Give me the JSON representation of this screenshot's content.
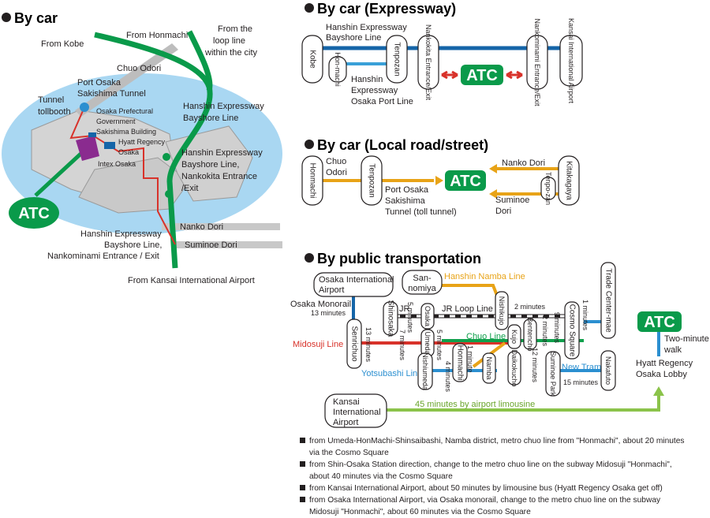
{
  "sections": {
    "by_car": "By car",
    "expressway": "By car (Expressway)",
    "local": "By car (Local road/street)",
    "public": "By public transportation"
  },
  "atc": "ATC",
  "map": {
    "from_kobe": "From Kobe",
    "from_honmachi": "From Honmachi",
    "from_loop": "From the loop line within the city",
    "chuo_odori": "Chuo Odori",
    "port_osaka_tunnel": "Port Osaka Sakishima Tunnel",
    "tunnel_tollbooth": "Tunnel tollbooth",
    "osaka_pref": "Osaka Prefectural Government Sakishima Building",
    "hyatt": "Hyatt Regency Osaka",
    "intex": "Intex Osaka",
    "hanshin_bayshore": "Hanshin Expressway Bayshore Line",
    "hanshin_nankokita": "Hanshin Expressway Bayshore Line, Nankokita Entrance /Exit",
    "nanko_dori": "Nanko Dori",
    "suminoe_dori": "Suminoe Dori",
    "hanshin_nankominami": "Hanshin Expressway Bayshore Line, Nankominami Entrance / Exit",
    "from_kansai": "From Kansai International Airport"
  },
  "expressway": {
    "bayshore_label": "Hanshin Expressway Bayshore Line",
    "port_label": "Hanshin Expressway Osaka Port Line",
    "kobe": "Kobe",
    "honmachi": "Hon-machi",
    "tenpozan": "Tenpozan",
    "nankokita": "Nankokita Entrance/Exit",
    "nankominami": "Nankominami Entrance/Exit",
    "kansai": "Kansai International Airport"
  },
  "local": {
    "honmachi": "Honmachi",
    "chuo_odori": "Chuo Odori",
    "tenpozan": "Tenpozan",
    "tunnel": "Port Osaka Sakishima Tunnel (toll tunnel)",
    "nanko_dori": "Nanko Dori",
    "kitakagaya": "Kitakagaya",
    "tenpozan_small": "Tenpo-zan",
    "suminoe": "Suminoe Dori"
  },
  "public": {
    "osaka_intl": "Osaka International Airport",
    "sannomiya": "San-nomiya",
    "hanshin_namba": "Hanshin Namba Line",
    "trade_center": "Trade Center-mae",
    "osaka_monorail": "Osaka Monorail",
    "monorail_13": "13 minutes",
    "jr": "JR",
    "jr_loop": "JR Loop Line",
    "two_min": "2 minutes",
    "one_min": "1 minutes",
    "nishikujo": "Nishikujo",
    "osaka_station": "Osaka",
    "umeda": "Umeda",
    "shinosaka": "Shinosaka",
    "senrichuo": "Senrichuo",
    "five_min_a": "5 minutes",
    "seven_min": "7 minutes",
    "thirteen_min": "13 minutes",
    "five_min_b": "5 minutes",
    "four_min": "4 minutes",
    "one_min_b": "1 minute",
    "two_min_b": "2 minutes",
    "nine_min": "9 minutes",
    "twelve_min": "12 minutes",
    "chuo_line": "Chuo Line",
    "midosuji": "Midosuji Line",
    "yotsubashi": "Yotsubashi Line",
    "new_tram": "New Tram",
    "fifteen_min": "15 minutes",
    "nishiumeda": "Nishiumeda",
    "honmachi": "Honmachi",
    "namba": "Namba",
    "daikokucho": "Daikokucho",
    "kujo": "Kujo",
    "bentencho": "Bentencho",
    "cosmo_square": "Cosmo Square",
    "suminoe_park": "Suminoe Park",
    "nakafuto": "Nakafuto",
    "kansai_intl": "Kansai International Airport",
    "limousine": "45 minutes by airport limousine",
    "two_minute_walk": "Two-minute walk",
    "hyatt_lobby": "Hyatt Regency Osaka Lobby"
  },
  "notes": [
    "from Umeda-HonMachi-Shinsaibashi, Namba district, metro chuo line from \"Honmachi\", about 20 minutes via the Cosmo Square",
    "from Shin-Osaka Station direction, change to the metro chuo line on the subway Midosuji \"Honmachi\", about 40 minutes via the Cosmo Square",
    "from Kansai International Airport, about 50 minutes by limousine bus (Hyatt Regency Osaka get off)",
    "from Osaka International Airport, via Osaka monorail, change to the metro chuo line on the subway Midosuji \"Honmachi\", about 60 minutes via the Cosmo Square"
  ],
  "colors": {
    "expressway_blue": "#1565a8",
    "port_line_blue": "#3aa0d8",
    "local_orange": "#e8a317",
    "atc_green": "#0a9a4a",
    "chuo_green": "#10a04c",
    "midosuji_red": "#d8322a",
    "yotsubashi_blue": "#2b8fd0",
    "monorail_blue": "#1565a8",
    "limousine_green": "#8bc34a",
    "sea_blue": "#a9d7f2"
  }
}
